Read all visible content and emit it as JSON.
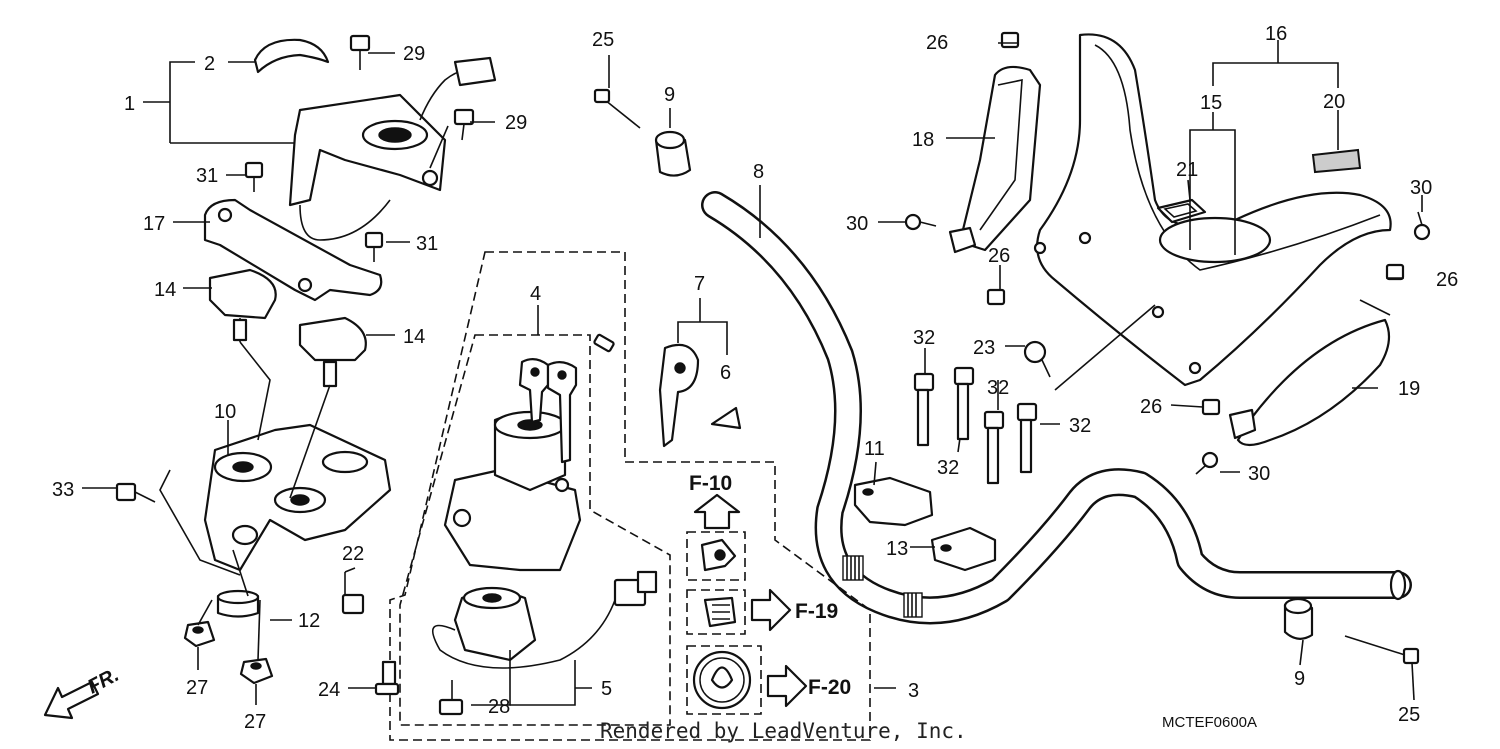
{
  "callouts": [
    "1",
    "2",
    "3",
    "4",
    "5",
    "6",
    "7",
    "8",
    "9",
    "10",
    "11",
    "12",
    "13",
    "14",
    "15",
    "16",
    "17",
    "18",
    "19",
    "20",
    "21",
    "22",
    "23",
    "24",
    "25",
    "26",
    "27",
    "28",
    "29",
    "30",
    "31",
    "32",
    "33"
  ],
  "refs": {
    "f10": "F-10",
    "f19": "F-19",
    "f20": "F-20"
  },
  "direction": "FR.",
  "diagram_code": "MCTEF0600A",
  "watermark": "Rendered by LeadVenture, Inc."
}
